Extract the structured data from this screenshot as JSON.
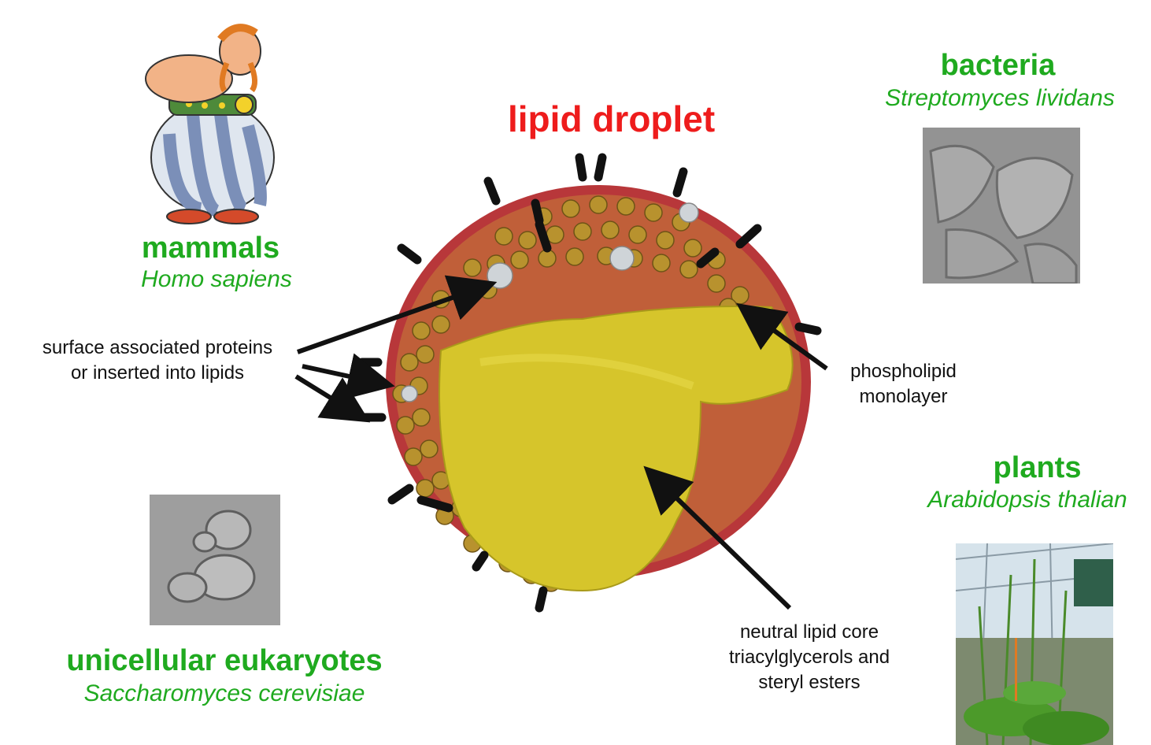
{
  "title": "lipid droplet",
  "colors": {
    "title": "#ee1c1c",
    "group_heading": "#1faa1f",
    "annotation_text": "#111111",
    "droplet_core": "#d6c52b",
    "droplet_shell": "#c0392b",
    "protein_disc_gold": "#b8922e",
    "protein_disc_gray": "#cfd4d8",
    "protein_rod": "#111111"
  },
  "organisms": {
    "mammals": {
      "group": "mammals",
      "species": "Homo sapiens",
      "image_icon": "cartoon-figure-icon"
    },
    "bacteria": {
      "group": "bacteria",
      "species": "Streptomyces lividans",
      "image_icon": "micrograph-icon"
    },
    "plants": {
      "group": "plants",
      "species": "Arabidopsis thalian",
      "image_icon": "greenhouse-plant-icon"
    },
    "eukaryotes": {
      "group": "unicellular eukaryotes",
      "species": "Saccharomyces cerevisiae",
      "image_icon": "yeast-cells-icon"
    }
  },
  "annotations": {
    "proteins": [
      "surface associated proteins",
      "or inserted into lipids"
    ],
    "phospholipid": [
      "phospholipid",
      "monolayer"
    ],
    "core": [
      "neutral lipid core",
      "triacylglycerols and",
      "steryl esters"
    ]
  }
}
